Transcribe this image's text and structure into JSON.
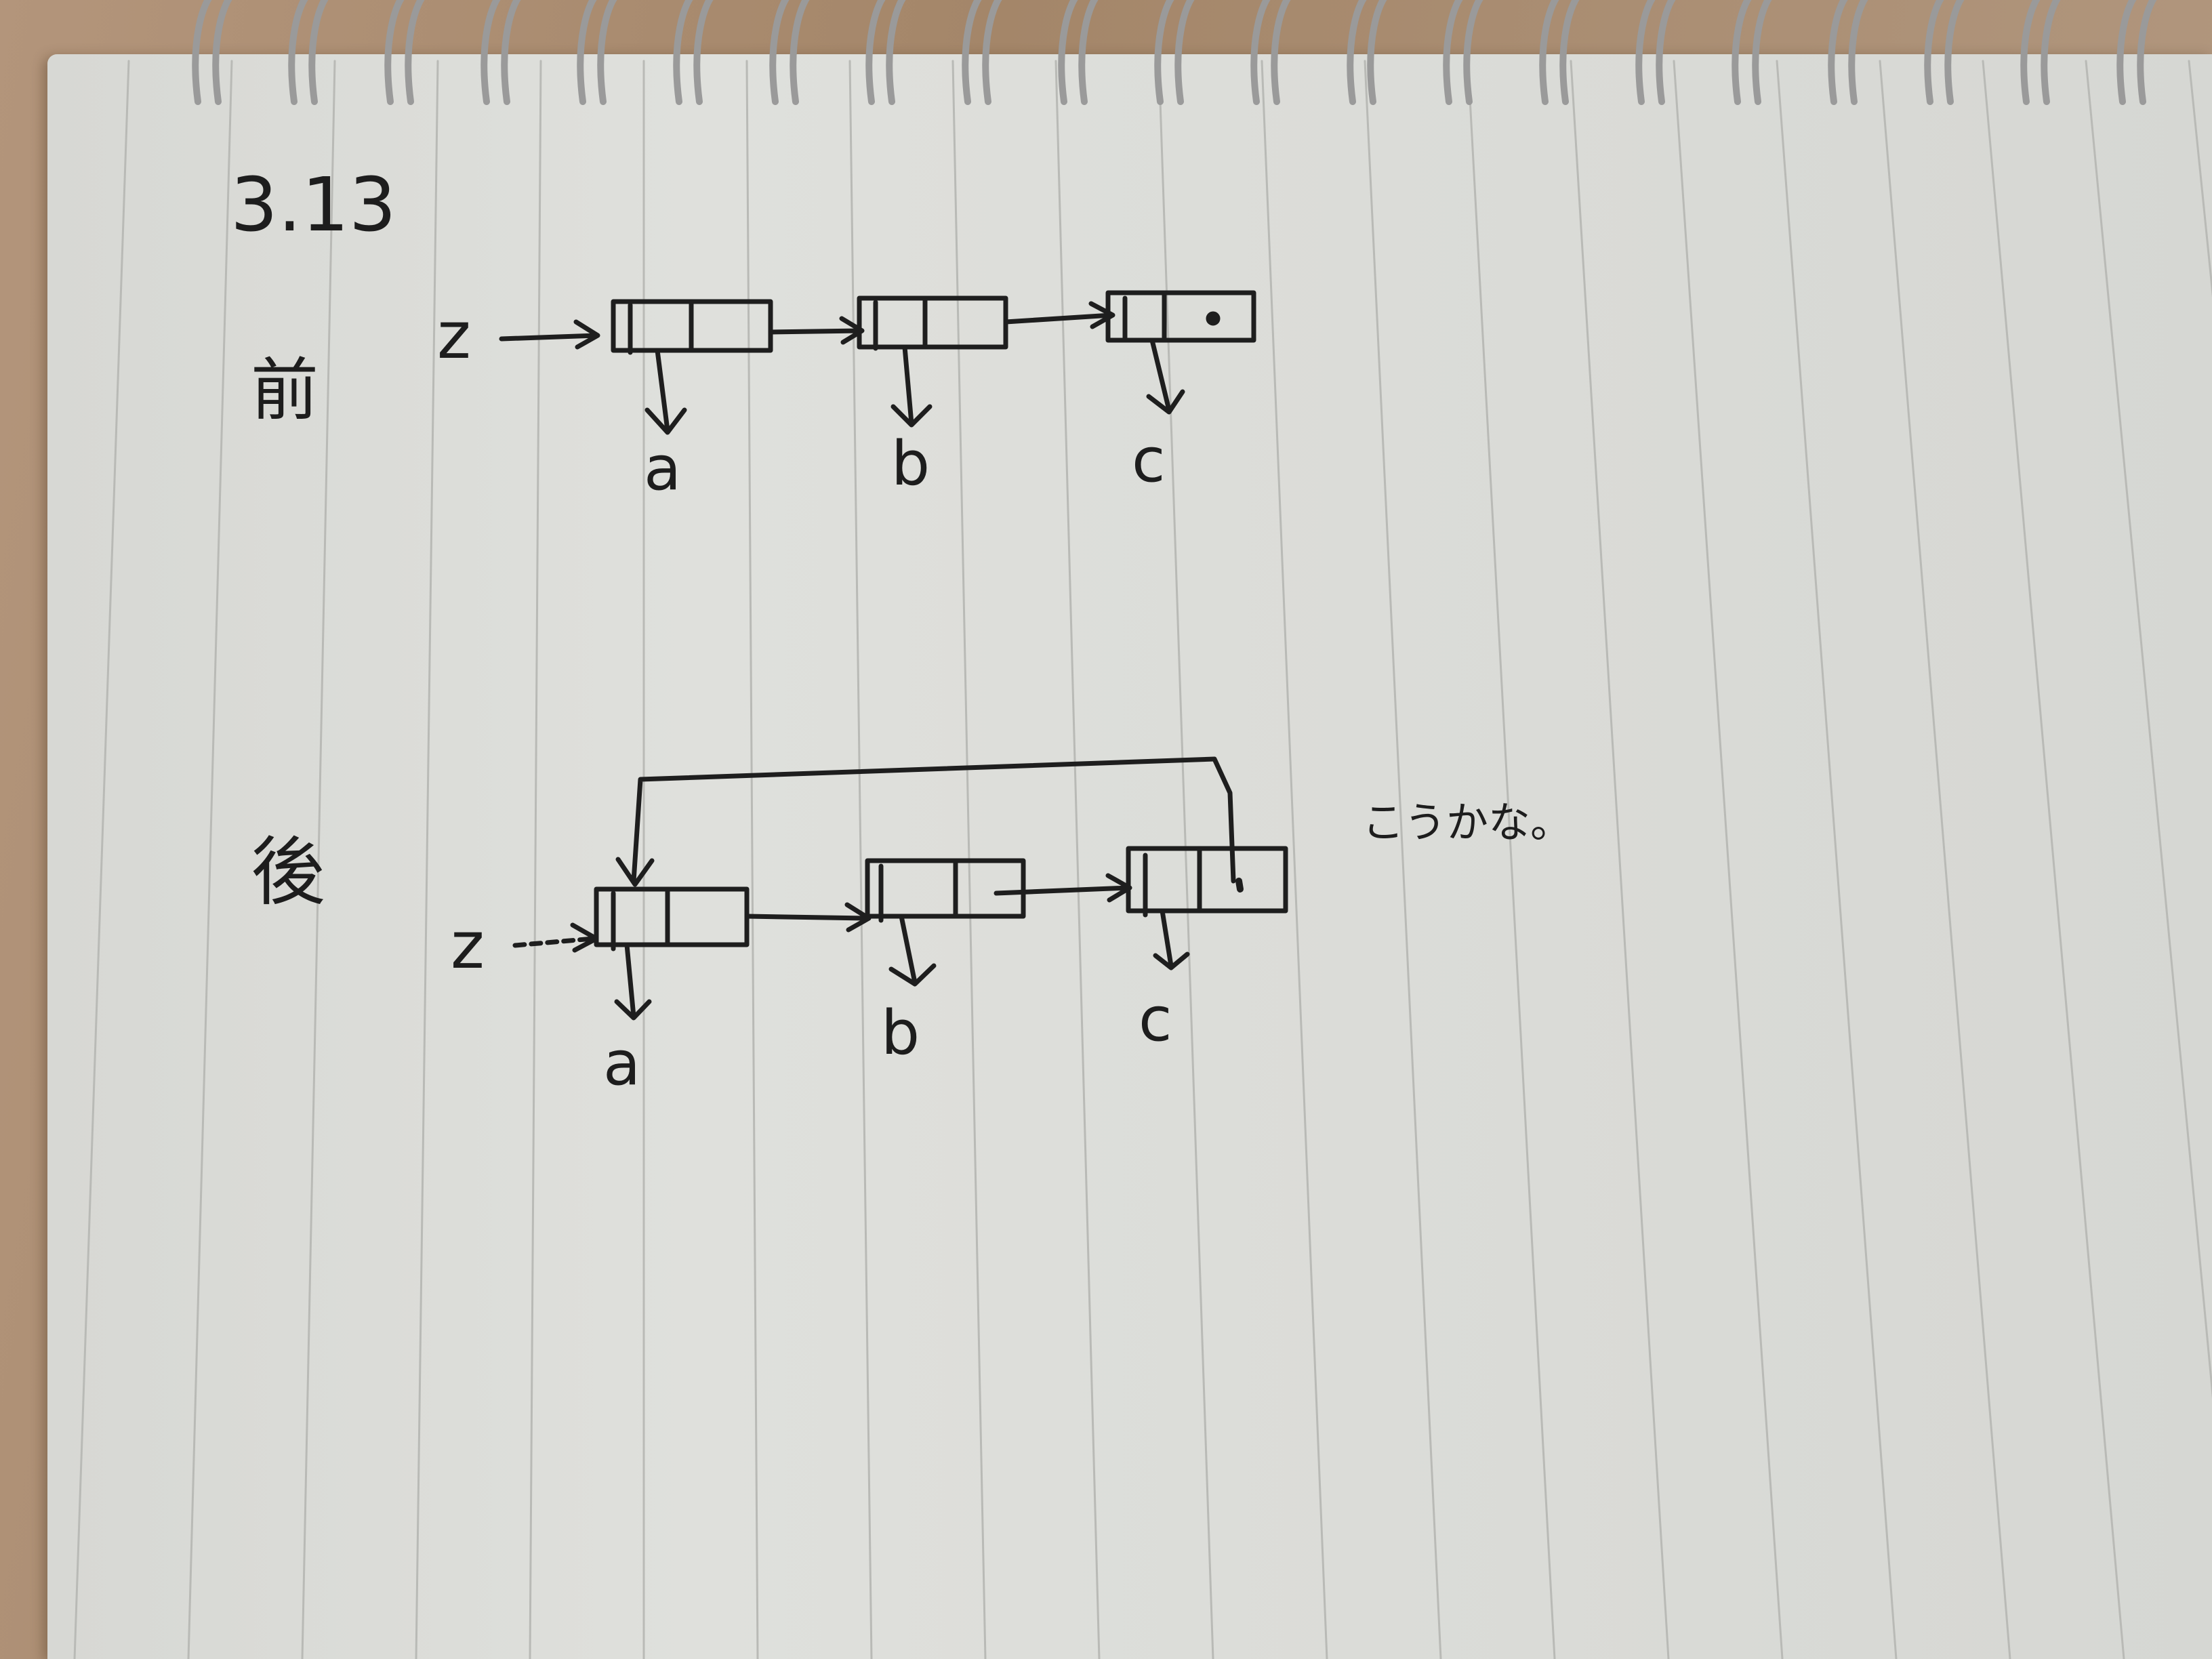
{
  "problem_number": "3.13",
  "before_label": "前",
  "after_label": "後",
  "remark": "こうかな。",
  "list_head": "z",
  "elements": {
    "first": "a",
    "second": "b",
    "third": "c"
  }
}
